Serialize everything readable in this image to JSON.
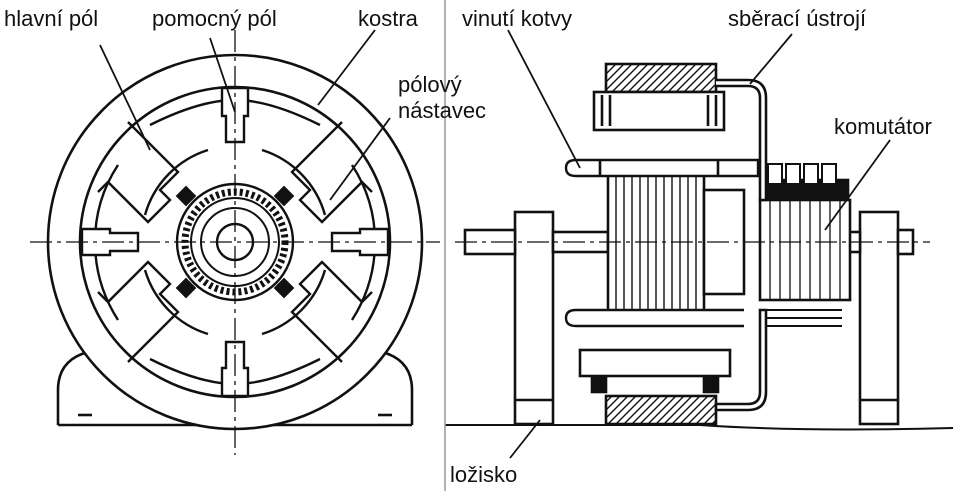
{
  "labels": {
    "hlavni_pol": "hlavní pól",
    "pomocny_pol": "pomocný pól",
    "kostra": "kostra",
    "polovy_line1": "pólový",
    "polovy_line2": "nástavec",
    "vinuti_kotvy": "vinutí kotvy",
    "sberaci_ustroji": "sběrací ústrojí",
    "komutator": "komutátor",
    "lozisko": "ložisko"
  },
  "colors": {
    "ink": "#111111",
    "paper": "#ffffff",
    "shadow": "#dcdcdc"
  }
}
